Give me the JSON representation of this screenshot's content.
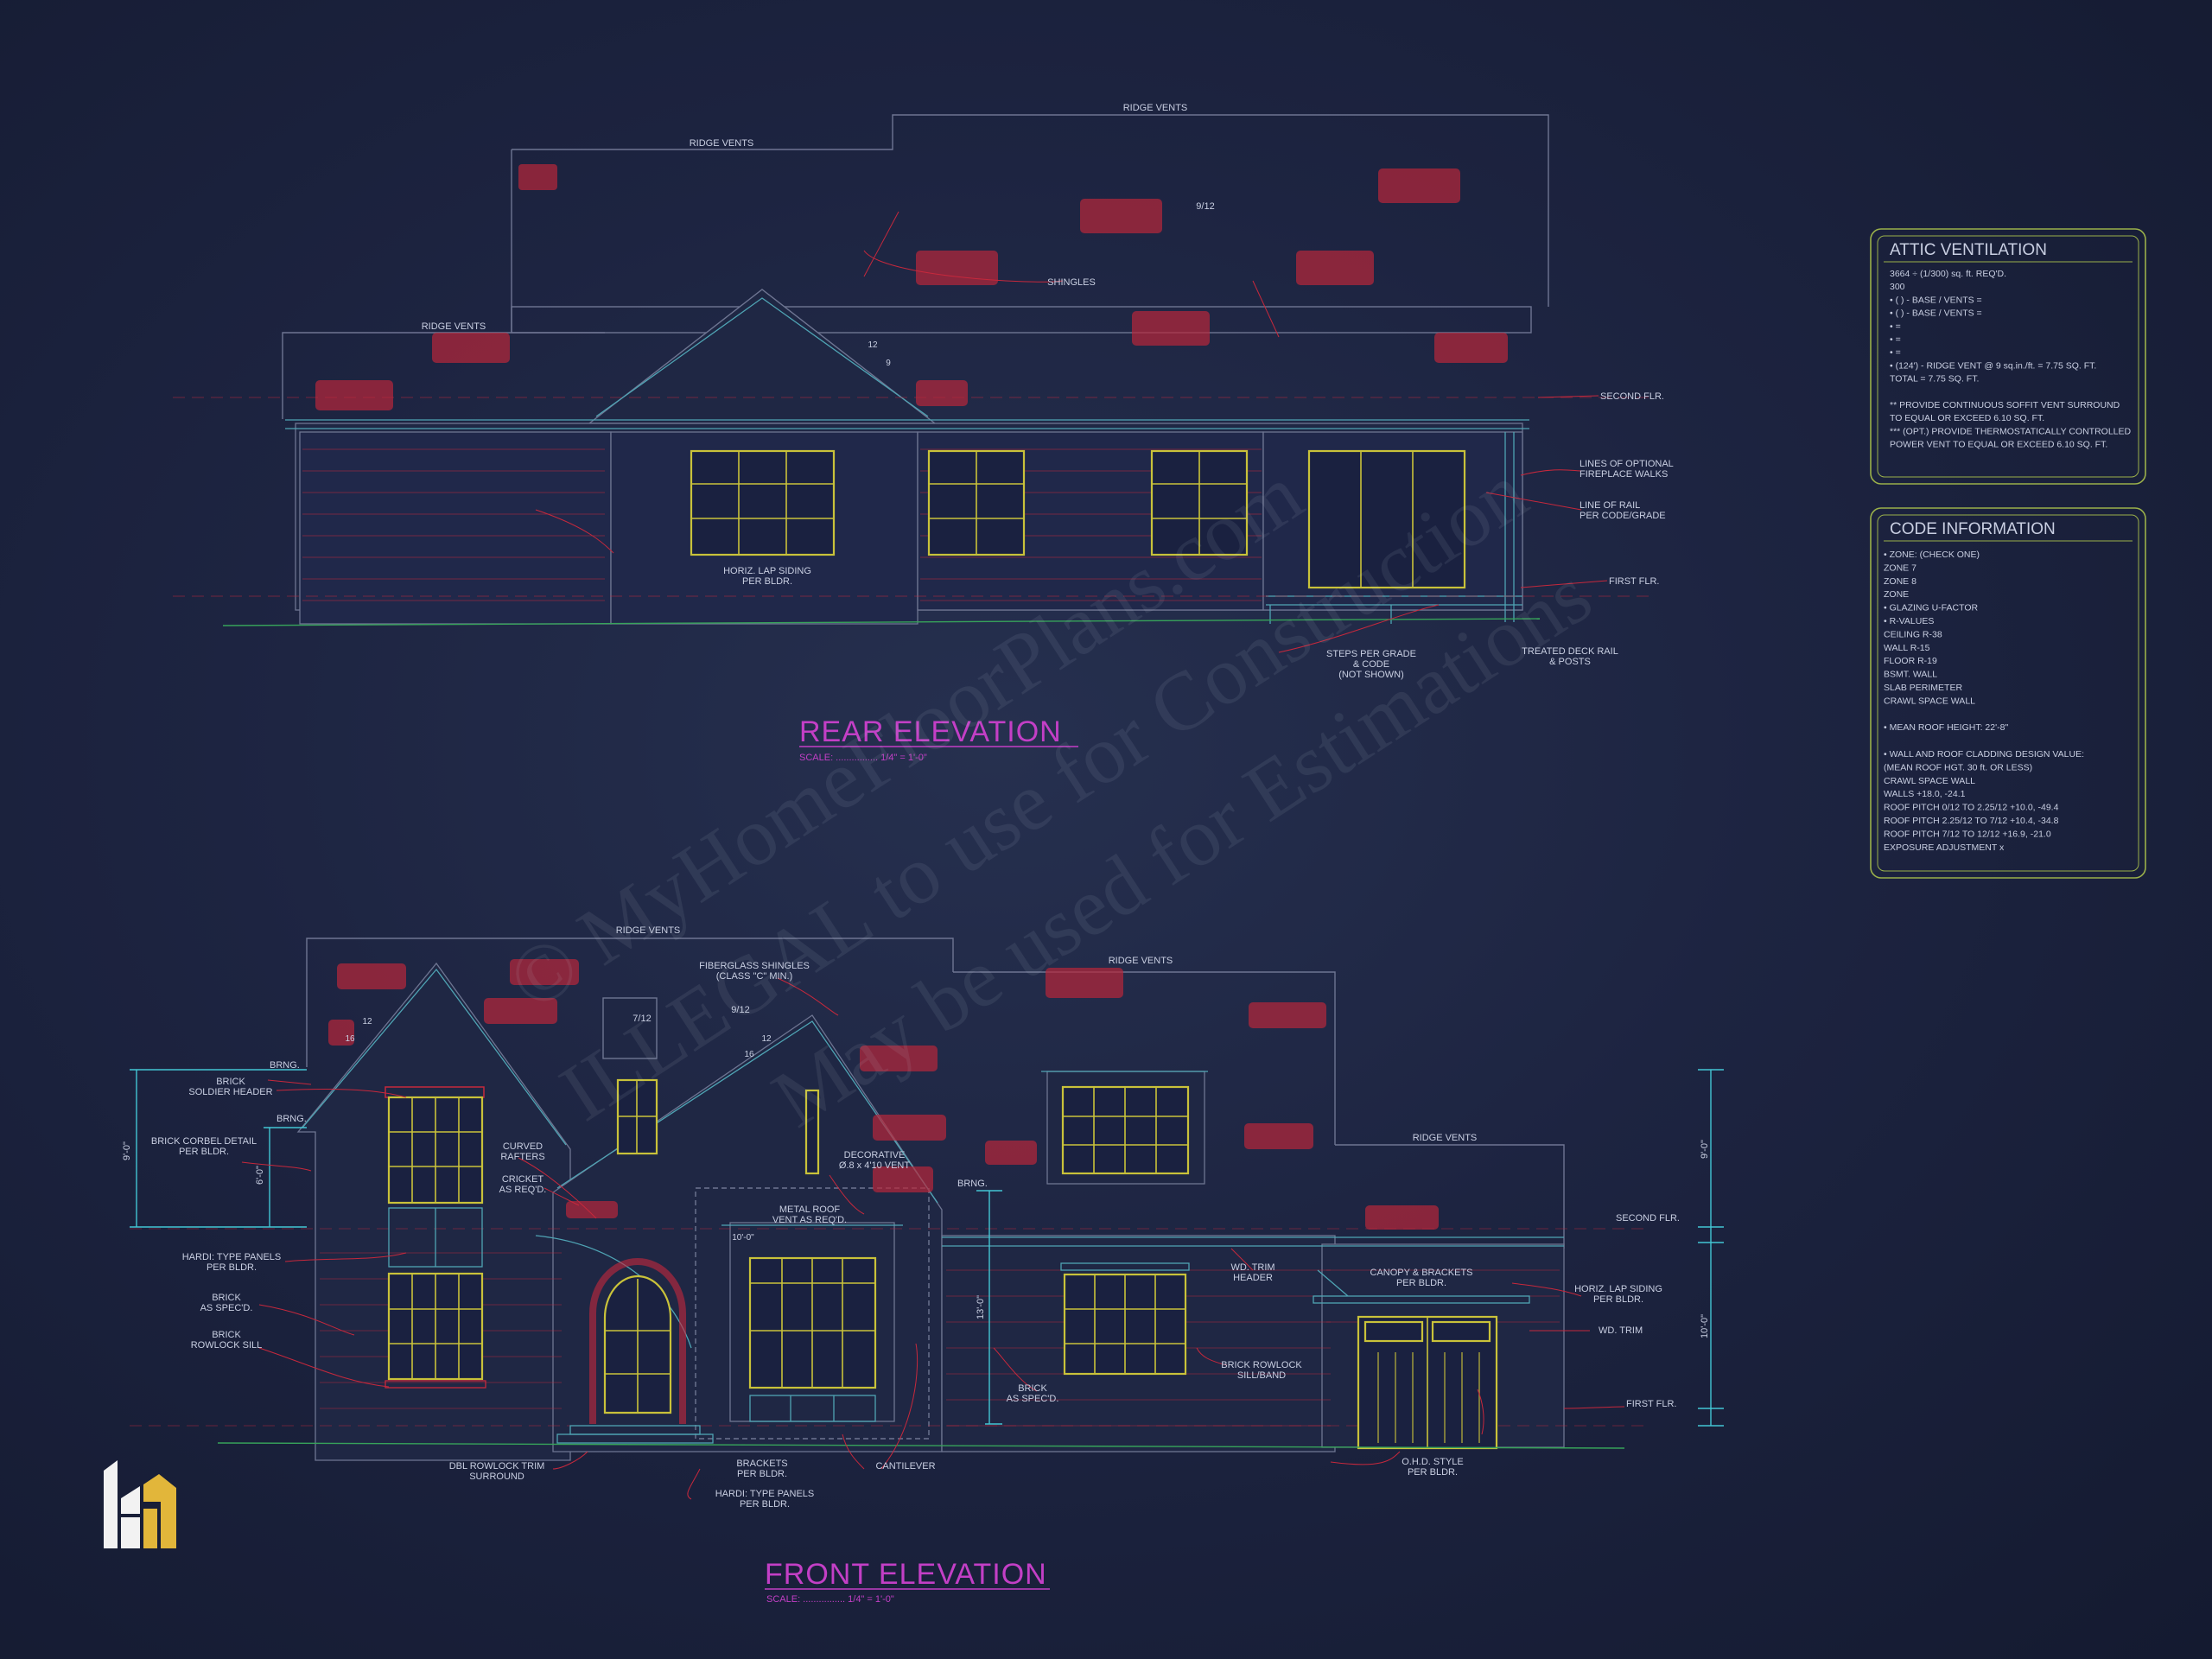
{
  "watermark": {
    "line1": "© MyHomeFloorPlans.com",
    "line2": "ILLEGAL to use for Construction",
    "line3": "May be used for Estimations"
  },
  "rear": {
    "title": "REAR ELEVATION",
    "scale": "SCALE: ................ 1/4\" = 1'-0\"",
    "labels": {
      "ridge_vents_top": "RIDGE VENTS",
      "ridge_vents_mid": "RIDGE VENTS",
      "ridge_vents_left": "RIDGE VENTS",
      "pitch": "9/12",
      "shingles": "SHINGLES",
      "pitch_run": "12",
      "pitch_rise": "9",
      "second_flr": "SECOND FLR.",
      "fireplace": "LINES OF OPTIONAL\nFIREPLACE WALKS",
      "rail": "LINE OF RAIL\nPER CODE/GRADE",
      "first_flr": "FIRST FLR.",
      "siding": "HORIZ. LAP SIDING\nPER BLDR.",
      "steps": "STEPS PER GRADE\n& CODE\n(NOT SHOWN)",
      "deck": "TREATED DECK RAIL\n& POSTS"
    }
  },
  "front": {
    "title": "FRONT ELEVATION",
    "scale": "SCALE: ................ 1/4\" = 1'-0\"",
    "labels": {
      "ridge_vents_left": "RIDGE VENTS",
      "ridge_vents_mid": "RIDGE VENTS",
      "ridge_vents_right": "RIDGE VENTS",
      "fiberglass": "FIBERGLASS SHINGLES\n(CLASS \"C\" MIN.)",
      "p_12a": "12",
      "p_16a": "16",
      "p_712": "7/12",
      "p_912": "9/12",
      "p_12b": "12",
      "p_16b": "16",
      "brng1": "BRNG.",
      "soldier": "BRICK\nSOLDIER HEADER",
      "brng2": "BRNG.",
      "corbel": "BRICK CORBEL DETAIL\nPER BLDR.",
      "dim_left_upper": "9'-0\"",
      "dim_left_mid": "6'-0\"",
      "curved": "CURVED\nRAFTERS",
      "cricket": "CRICKET\nAS REQ'D.",
      "decorative": "DECORATIVE\nØ.8 x 4'10 VENT",
      "brng3": "BRNG.",
      "metal_roof": "METAL ROOF\nVENT AS REQ'D.",
      "hardi1": "HARDI: TYPE PANELS\nPER BLDR.",
      "brick_spec1": "BRICK\nAS SPEC'D.",
      "rowlock_sill": "BRICK\nROWLOCK SILL",
      "dim_center": "10'-0\"",
      "dim_mid": "13'-0\"",
      "wd_trim_header": "WD. TRIM\nHEADER",
      "canopy": "CANOPY & BRACKETS\nPER BLDR.",
      "horiz_lap": "HORIZ. LAP SIDING\nPER BLDR.",
      "wd_trim": "WD. TRIM",
      "second_flr": "SECOND FLR.",
      "first_flr": "FIRST FLR.",
      "brick_rowlock": "BRICK ROWLOCK\nSILL/BAND",
      "brick_spec2": "BRICK\nAS SPEC'D.",
      "dbl_rowlock": "DBL ROWLOCK TRIM\nSURROUND",
      "brackets": "BRACKETS\nPER BLDR.",
      "cantilever": "CANTILEVER",
      "hardi2": "HARDI: TYPE PANELS\nPER BLDR.",
      "ohd": "O.H.D. STYLE\nPER BLDR.",
      "dim_right_upper": "9'-0\"",
      "dim_right_lower": "10'-0\""
    }
  },
  "attic": {
    "title": "ATTIC VENTILATION",
    "lines": [
      "3664 ÷ (1/300) sq. ft. REQ'D.",
      "300",
      "• (   ) -          BASE     /      VENTS      =",
      "• (   ) -          BASE     /      VENTS      =",
      "•                                                          =",
      "•                                                          =",
      "•                                                          =",
      "• (124') - RIDGE VENT @ 9 sq.in./ft.   =   7.75 SQ. FT.",
      "                                          TOTAL   =   7.75 SQ. FT.",
      "",
      "** PROVIDE CONTINUOUS SOFFIT VENT SURROUND",
      "    TO EQUAL OR EXCEED   6.10 SQ. FT.",
      "*** (OPT.) PROVIDE THERMOSTATICALLY CONTROLLED",
      "    POWER VENT TO EQUAL OR EXCEED 6.10 SQ. FT."
    ]
  },
  "code": {
    "title": "CODE INFORMATION",
    "lines": [
      "• ZONE: (CHECK ONE)",
      "        ZONE 7",
      "        ZONE 8",
      "        ZONE",
      "• GLAZING U-FACTOR",
      "• R-VALUES",
      "        CEILING                  R-38",
      "        WALL                      R-15",
      "        FLOOR                    R-19",
      "        BSMT. WALL",
      "        SLAB PERIMETER",
      "        CRAWL SPACE WALL",
      "",
      "• MEAN ROOF HEIGHT:   22'-8\"",
      "",
      "• WALL AND ROOF CLADDING DESIGN VALUE:",
      "   (MEAN ROOF HGT. 30 ft. OR LESS)",
      "        CRAWL SPACE WALL",
      "        WALLS                              +18.0, -24.1",
      "        ROOF PITCH 0/12 TO 2.25/12   +10.0, -49.4",
      "        ROOF PITCH 2.25/12 TO 7/12   +10.4, -34.8",
      "        ROOF PITCH 7/12 TO 12/12     +16.9, -21.0",
      "        EXPOSURE ADJUSTMENT          x"
    ]
  },
  "logo_icon": "house-h-logo"
}
